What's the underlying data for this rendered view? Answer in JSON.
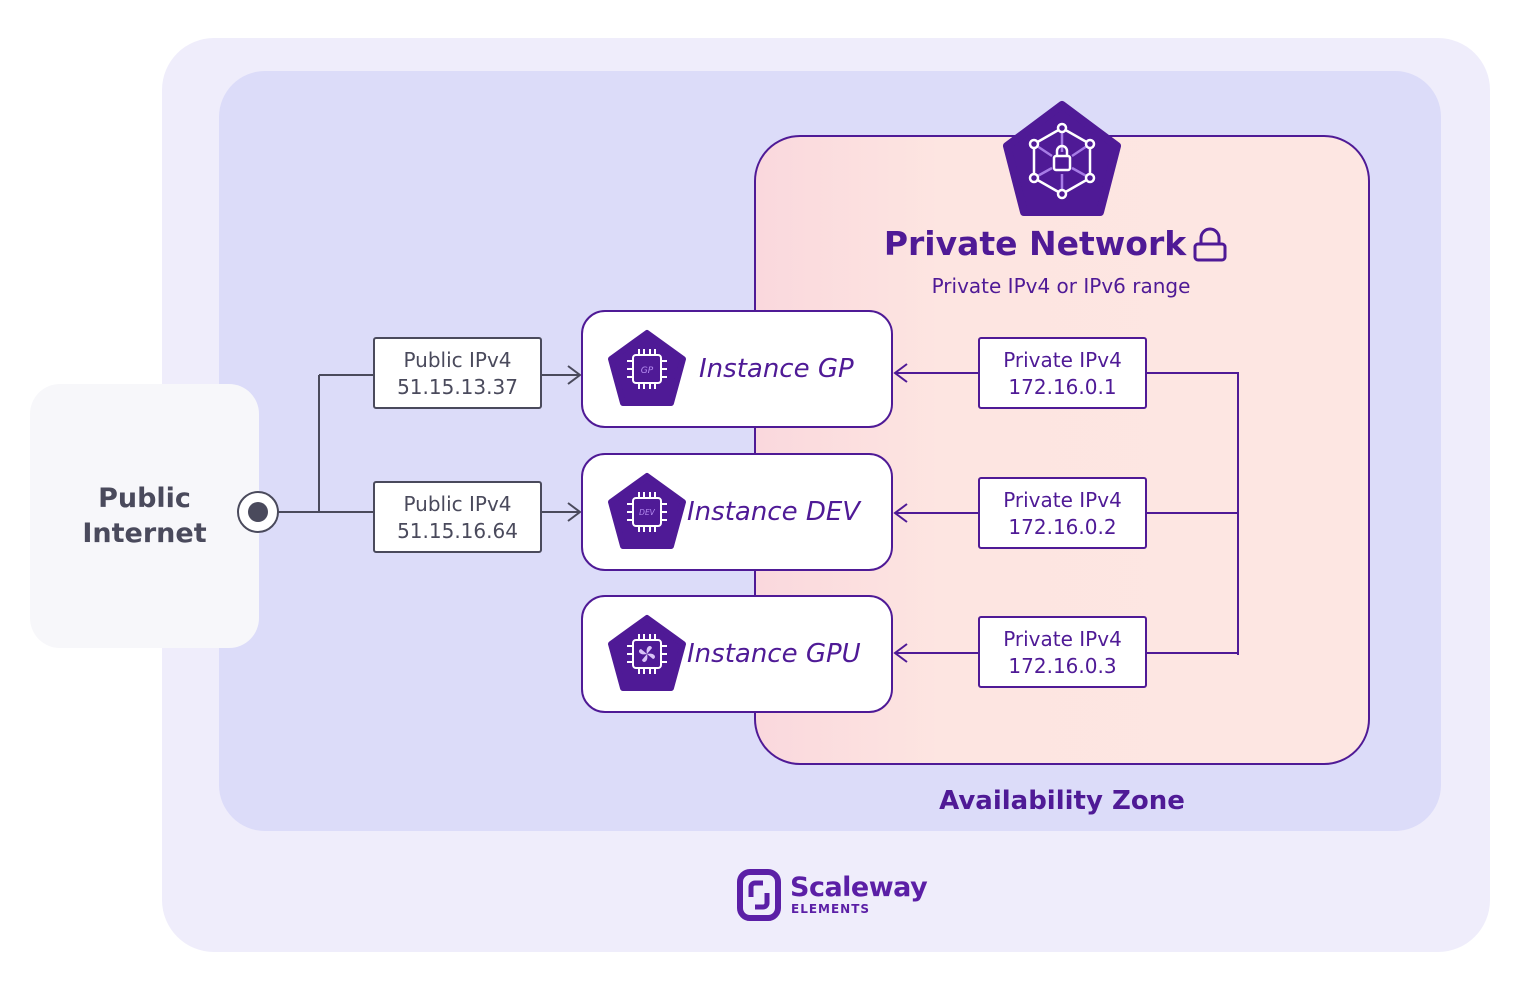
{
  "colors": {
    "brand": "#4f1a96",
    "outer_bg": "#efedfb",
    "zone_bg": "#dcdcf9",
    "private_network_bg": "#fde6e2",
    "text": "#4a4a5c"
  },
  "public_internet": {
    "line1": "Public",
    "line2": "Internet"
  },
  "private_network": {
    "title": "Private Network",
    "subtitle": "Private IPv4 or IPv6 range",
    "icon": "network-lock-icon"
  },
  "availability_zone": "Availability Zone",
  "instances": [
    {
      "label": "Instance GP",
      "chip": "GP",
      "icon": "cpu-chip-icon"
    },
    {
      "label": "Instance DEV",
      "chip": "DEV",
      "icon": "cpu-chip-icon"
    },
    {
      "label": "Instance GPU",
      "chip": "",
      "icon": "cpu-fan-icon"
    }
  ],
  "public_ips": [
    {
      "label": "Public IPv4",
      "address": "51.15.13.37"
    },
    {
      "label": "Public IPv4",
      "address": "51.15.16.64"
    }
  ],
  "private_ips": [
    {
      "label": "Private IPv4",
      "address": "172.16.0.1"
    },
    {
      "label": "Private IPv4",
      "address": "172.16.0.2"
    },
    {
      "label": "Private IPv4",
      "address": "172.16.0.3"
    }
  ],
  "logo": {
    "name": "Scaleway",
    "sub": "ELEMENTS"
  }
}
